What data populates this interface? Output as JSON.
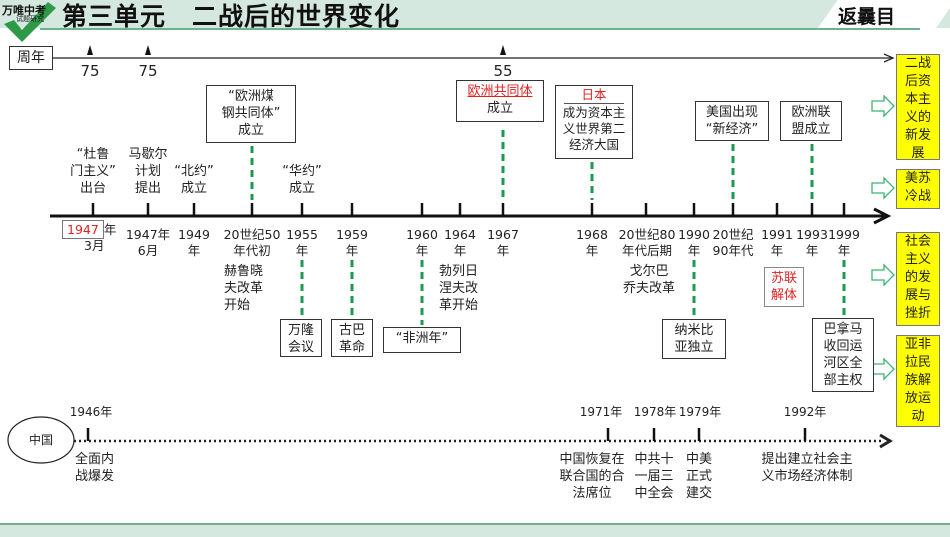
{
  "header": {
    "logo_main": "万唯中考",
    "logo_sub": "试题研究",
    "title": "第三单元　二战后的世界变化",
    "back_label": "返曩目"
  },
  "anniversary": {
    "label": "周年",
    "marks": [
      "75",
      "75",
      "55"
    ]
  },
  "world_timeline": {
    "above_boxes": [
      {
        "id": "ecsc",
        "text": "“欧洲煤\n钢共同体”\n成立"
      },
      {
        "id": "ec",
        "title": "欧洲共同体",
        "text": "成立"
      },
      {
        "id": "japan",
        "title": "日本",
        "text": "成为资本主\n义世界第二\n经济大国"
      },
      {
        "id": "us",
        "text": "美国出现\n“新经济”"
      },
      {
        "id": "eu",
        "text": "欧洲联\n盟成立"
      }
    ],
    "above_labels": [
      {
        "id": "truman",
        "text": "“杜鲁\n门主义”\n出台"
      },
      {
        "id": "marshall",
        "text": "马歇尔\n计划\n提出"
      },
      {
        "id": "nato",
        "text": "“北约”\n成立"
      },
      {
        "id": "warsaw",
        "text": "“华约”\n成立"
      }
    ],
    "dates": [
      {
        "id": "d1947a",
        "year_boxed": "1947",
        "rest": "年",
        "line2": "3月"
      },
      {
        "id": "d1947b",
        "text": "1947年\n6月"
      },
      {
        "id": "d1949",
        "text": "1949\n年"
      },
      {
        "id": "d1950s",
        "text": "20世纪50\n年代初"
      },
      {
        "id": "d1955",
        "text": "1955\n年"
      },
      {
        "id": "d1959",
        "text": "1959\n年"
      },
      {
        "id": "d1960",
        "text": "1960\n年"
      },
      {
        "id": "d1964",
        "text": "1964\n年"
      },
      {
        "id": "d1967",
        "text": "1967\n年"
      },
      {
        "id": "d1968",
        "text": "1968\n年"
      },
      {
        "id": "d1980s",
        "text": "20世纪80\n年代后期"
      },
      {
        "id": "d1990",
        "text": "1990\n年"
      },
      {
        "id": "d1990s",
        "text": "20世纪\n90年代"
      },
      {
        "id": "d1991",
        "text": "1991\n年"
      },
      {
        "id": "d1993",
        "text": "1993\n年"
      },
      {
        "id": "d1999",
        "text": "1999\n年"
      }
    ],
    "below_labels": [
      {
        "id": "khrushchev",
        "text": "赫鲁晓\n夫改革\n开始"
      },
      {
        "id": "brezhnev",
        "text": "勃列日\n涅夫改\n革开始"
      },
      {
        "id": "gorbachev",
        "text": "戈尔巴\n乔夫改革"
      }
    ],
    "below_boxes": [
      {
        "id": "bandung",
        "text": "万隆\n会议"
      },
      {
        "id": "cuba",
        "text": "古巴\n革命"
      },
      {
        "id": "africa",
        "text": "“非洲年”"
      },
      {
        "id": "ussr",
        "text": "苏联\n解体",
        "red": true
      },
      {
        "id": "namibia",
        "text": "纳米比\n亚独立"
      },
      {
        "id": "panama",
        "text": "巴拿马\n收回运\n河区全\n部主权"
      }
    ]
  },
  "side_categories": [
    {
      "id": "capitalism",
      "text": "二战\n后资\n本主\n义的\n新发\n展"
    },
    {
      "id": "coldwar",
      "text": "美苏\n冷战"
    },
    {
      "id": "socialism",
      "text": "社会\n主义\n的发\n展与\n挫折"
    },
    {
      "id": "liberation",
      "text": "亚非\n拉民\n族解\n放运\n动"
    }
  ],
  "china_timeline": {
    "label": "中国",
    "events": [
      {
        "id": "c1946",
        "year": "1946年",
        "text": "全面内\n战爆发"
      },
      {
        "id": "c1971",
        "year": "1971年",
        "text": "中国恢复在\n联合国的合\n法席位"
      },
      {
        "id": "c1978",
        "year": "1978年",
        "text": "中共十\n一届三\n中全会"
      },
      {
        "id": "c1979",
        "year": "1979年",
        "text": "中美\n正式\n建交"
      },
      {
        "id": "c1992",
        "year": "1992年",
        "text": "提出建立社会主\n义市场经济体制"
      }
    ]
  },
  "colors": {
    "header_band": "#d4e8e0",
    "header_line": "#6fb08e",
    "side_yellow": "#ffff00",
    "dash_green": "#1e9a50",
    "arrow_green": "#3cb371",
    "highlight_red": "#d22222"
  }
}
